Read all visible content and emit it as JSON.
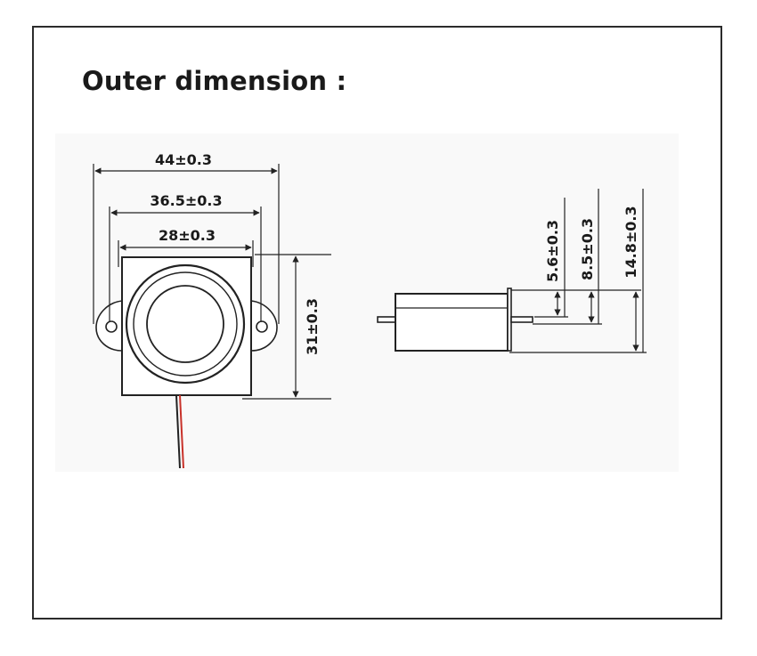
{
  "heading": "Outer dimension :",
  "dimensions": {
    "overall_width": "44±0.3",
    "flange_width": "36.5±0.3",
    "body_width": "28±0.3",
    "height": "31±0.3",
    "pin_offset": "5.6±0.3",
    "body_depth": "8.5±0.3",
    "total_depth": "14.8±0.3"
  },
  "colors": {
    "line": "#222222",
    "wire_red": "#c8322a",
    "frame": "#2b2b2b"
  }
}
